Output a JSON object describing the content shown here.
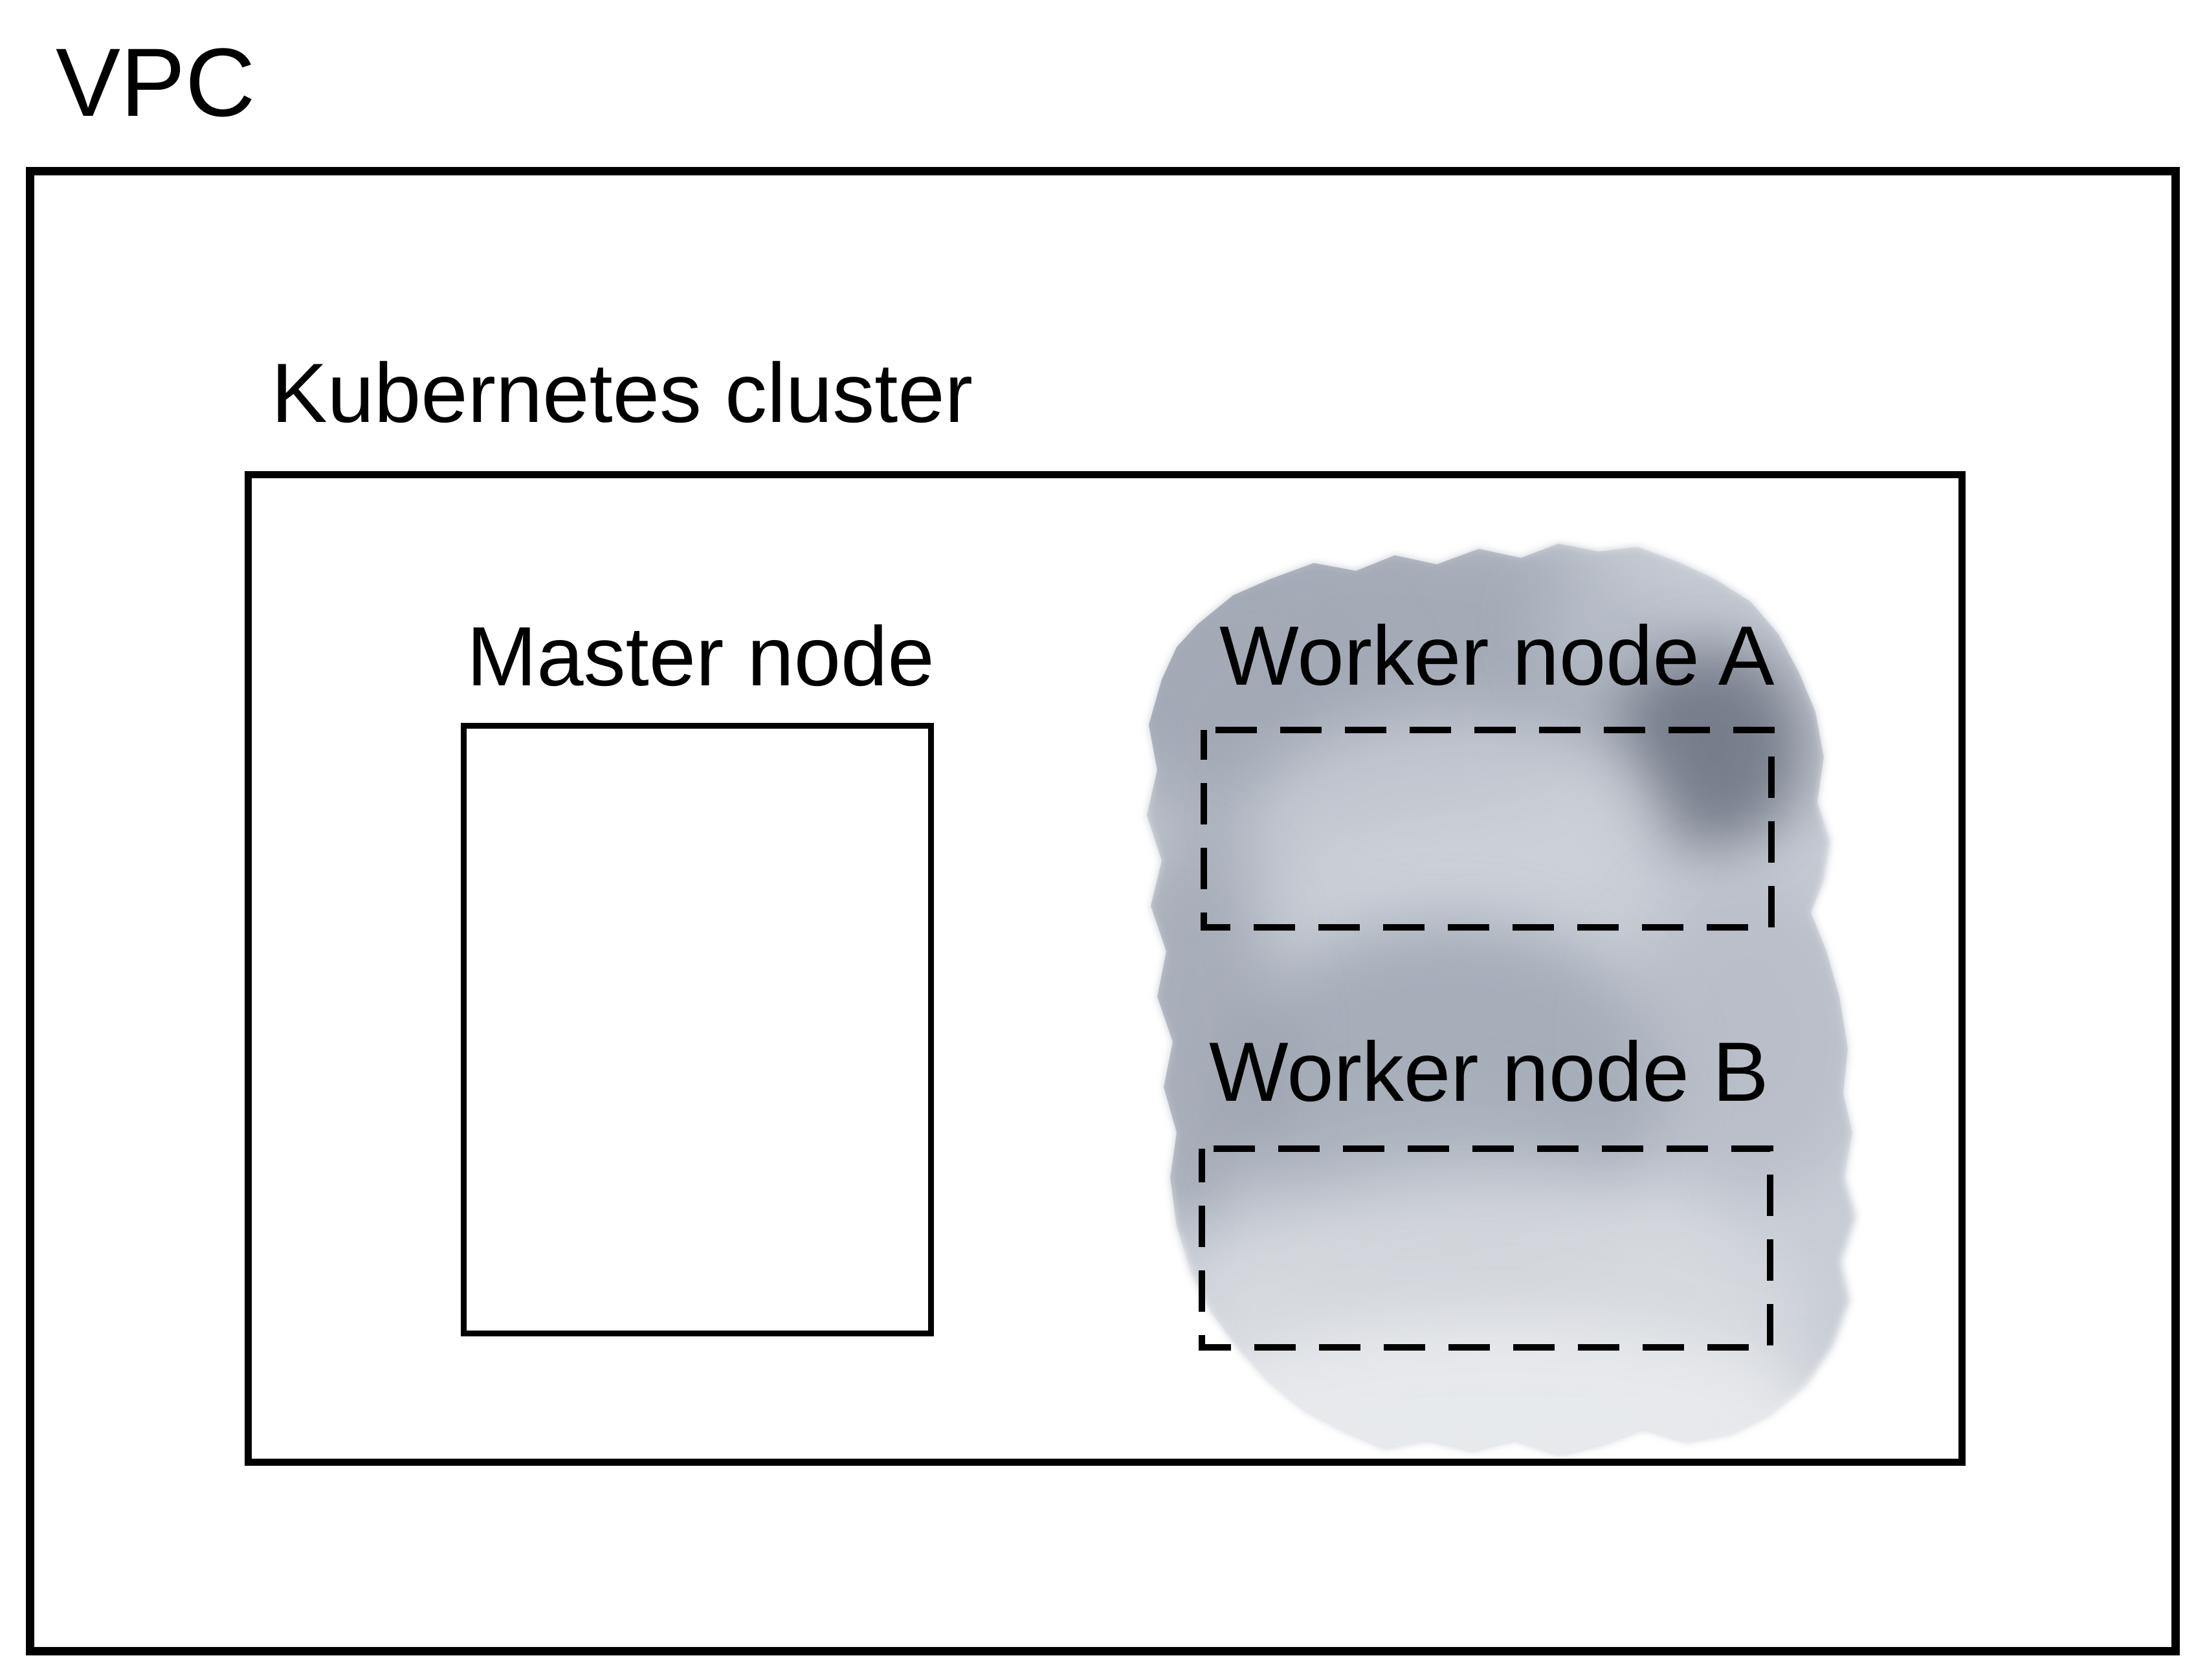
{
  "diagram": {
    "vpc": {
      "label": "VPC"
    },
    "cluster": {
      "label": "Kubernetes cluster",
      "master": {
        "label": "Master node"
      },
      "workers": [
        {
          "label": "Worker node A"
        },
        {
          "label": "Worker node B"
        }
      ]
    },
    "colors": {
      "line": "#000000",
      "background": "#ffffff",
      "smudge_base": "#c9ced6",
      "smudge_dark": "#636b79",
      "smudge_mid": "#98a0ad",
      "smudge_light": "#e8eaee"
    }
  }
}
